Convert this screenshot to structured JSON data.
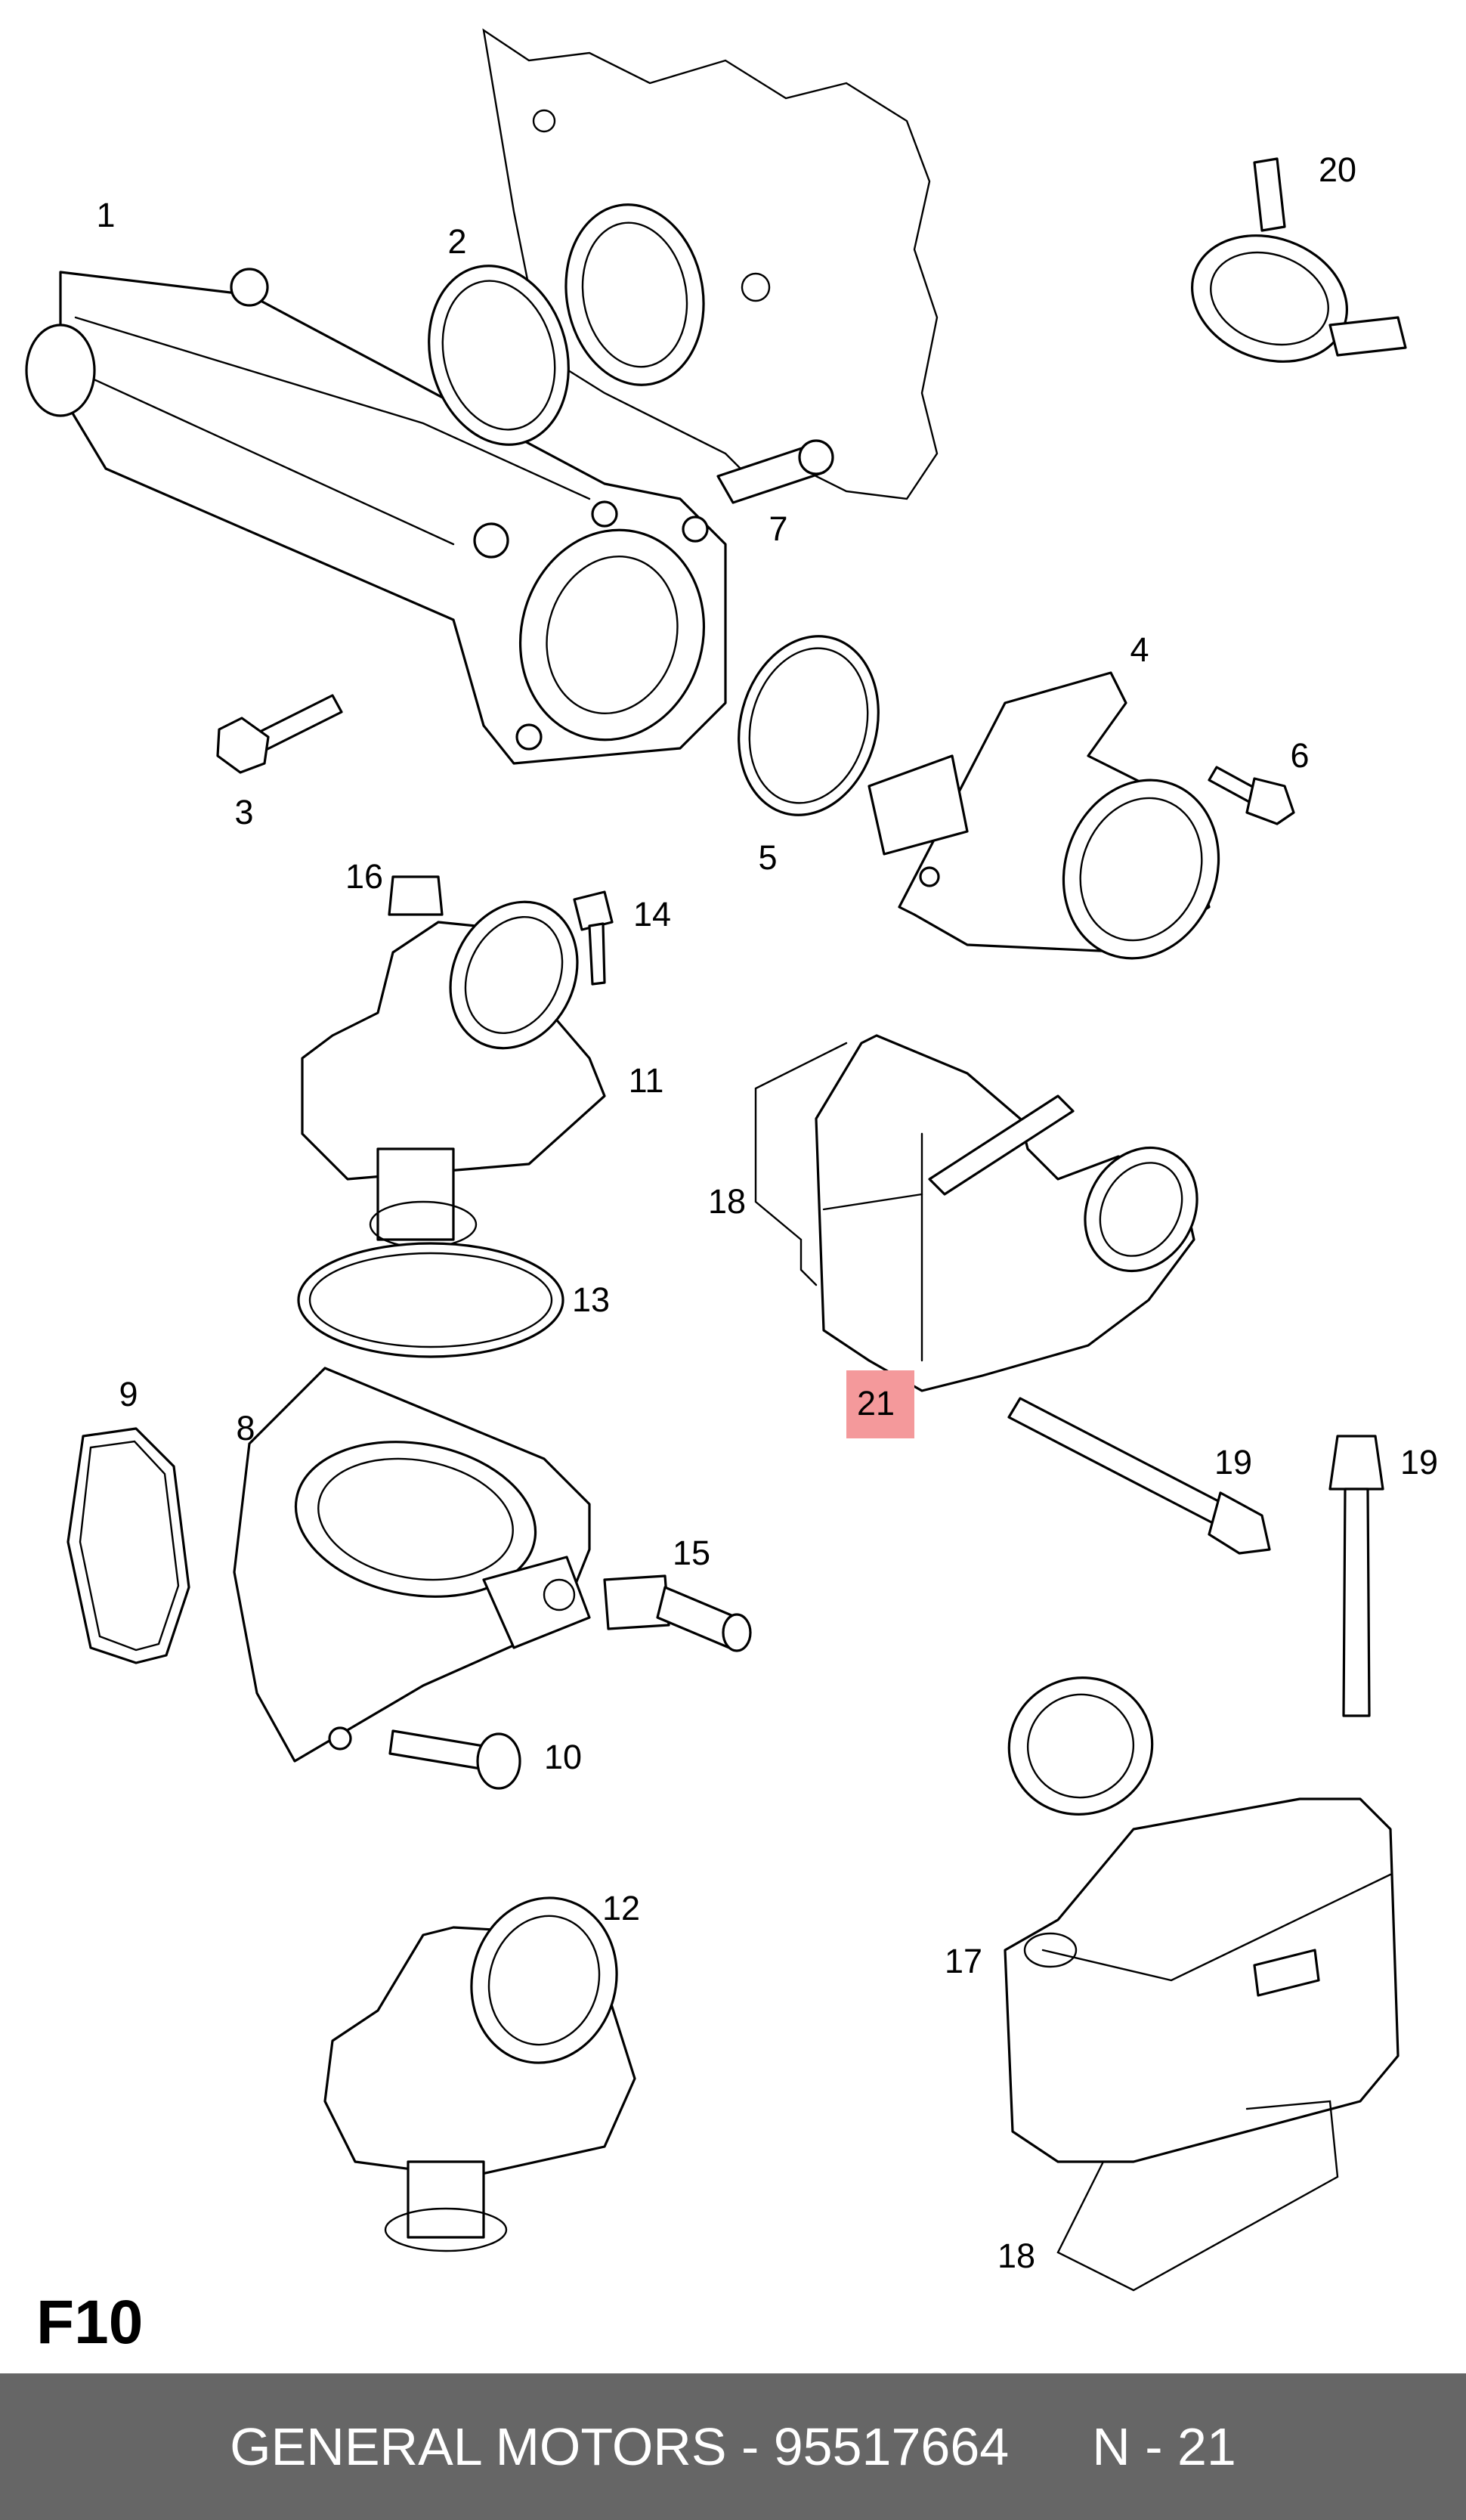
{
  "diagram_code": "F10",
  "footer": {
    "brand": "GENERAL MOTORS",
    "separator": " - ",
    "part_number": "95517664",
    "callout_ref": "N - 21"
  },
  "highlight_color": "#f4999b",
  "callouts": {
    "c1": "1",
    "c2": "2",
    "c3": "3",
    "c4": "4",
    "c5": "5",
    "c6": "6",
    "c7": "7",
    "c8": "8",
    "c9": "9",
    "c10": "10",
    "c11": "11",
    "c12": "12",
    "c13": "13",
    "c14": "14",
    "c15": "15",
    "c16": "16",
    "c17": "17",
    "c18a": "18",
    "c18b": "18",
    "c19a": "19",
    "c19b": "19",
    "c20": "20",
    "c21": "21"
  }
}
